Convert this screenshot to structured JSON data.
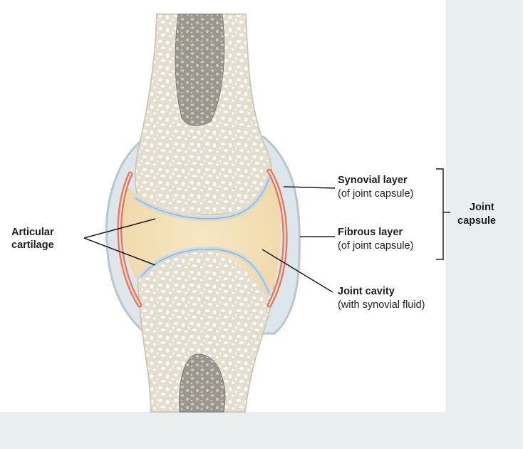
{
  "labels": {
    "articular_cartilage": {
      "line1": "Articular",
      "line2": "cartilage"
    },
    "synovial_layer": {
      "title": "Synovial layer",
      "note": "(of joint capsule)"
    },
    "fibrous_layer": {
      "title": "Fibrous layer",
      "note": "(of joint capsule)"
    },
    "joint_capsule": {
      "line1": "Joint",
      "line2": "capsule"
    },
    "joint_cavity": {
      "title": "Joint cavity",
      "note": "(with synovial fluid)"
    }
  },
  "colors": {
    "bone": "#e6e2d6",
    "trabecular_pores": "#ffffff",
    "marrow": "#8e8c86",
    "cartilage": "#c9dde7",
    "synovial_layer": "#e07a5f",
    "fibrous_capsule": "#dce6ec",
    "synovial_fluid": "#f4e3bd",
    "leader_line": "#1e1e1e",
    "background": "#ffffff",
    "frame": "#e9eeee"
  }
}
